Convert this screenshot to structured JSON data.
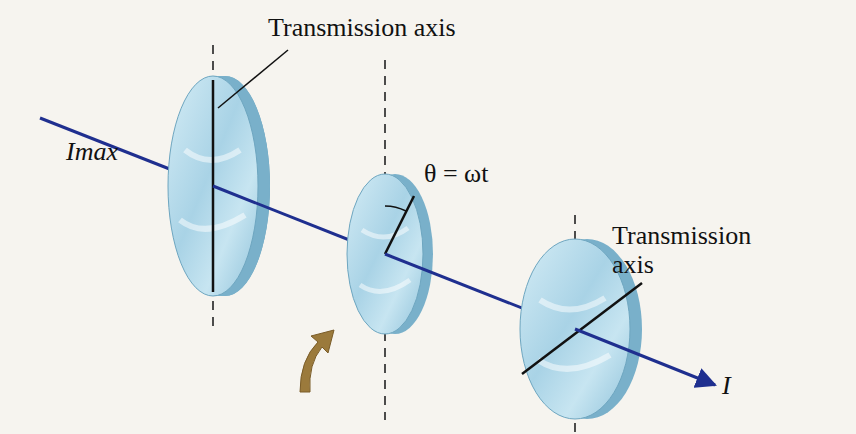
{
  "diagram": {
    "labels": [
      "Transmission axis",
      "θ = ωt",
      "Transmission axis",
      "Imax",
      "I"
    ]
  }
}
